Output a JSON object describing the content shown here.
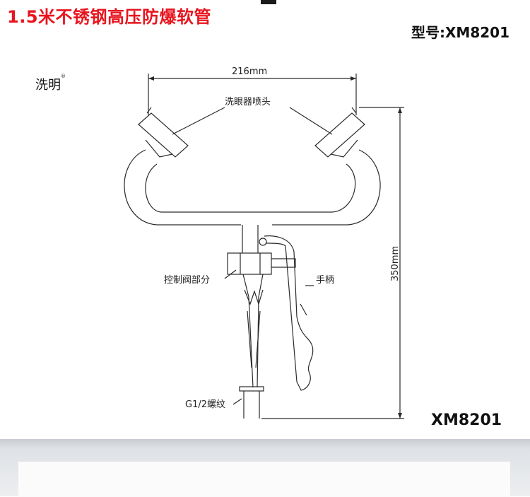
{
  "header": {
    "title": "1.5米不锈钢高压防爆软管",
    "title_color": "#e8141e",
    "model_label": "型号:XM8201"
  },
  "brand": {
    "name": "洗明",
    "mark": "®"
  },
  "diagram": {
    "width_dim": "216mm",
    "height_dim": "350mm",
    "labels": {
      "nozzle": "洗眼器喷头",
      "valve": "控制阀部分",
      "handle": "手柄",
      "thread": "G1/2螺纹"
    }
  },
  "footer": {
    "model": "XM8201"
  }
}
